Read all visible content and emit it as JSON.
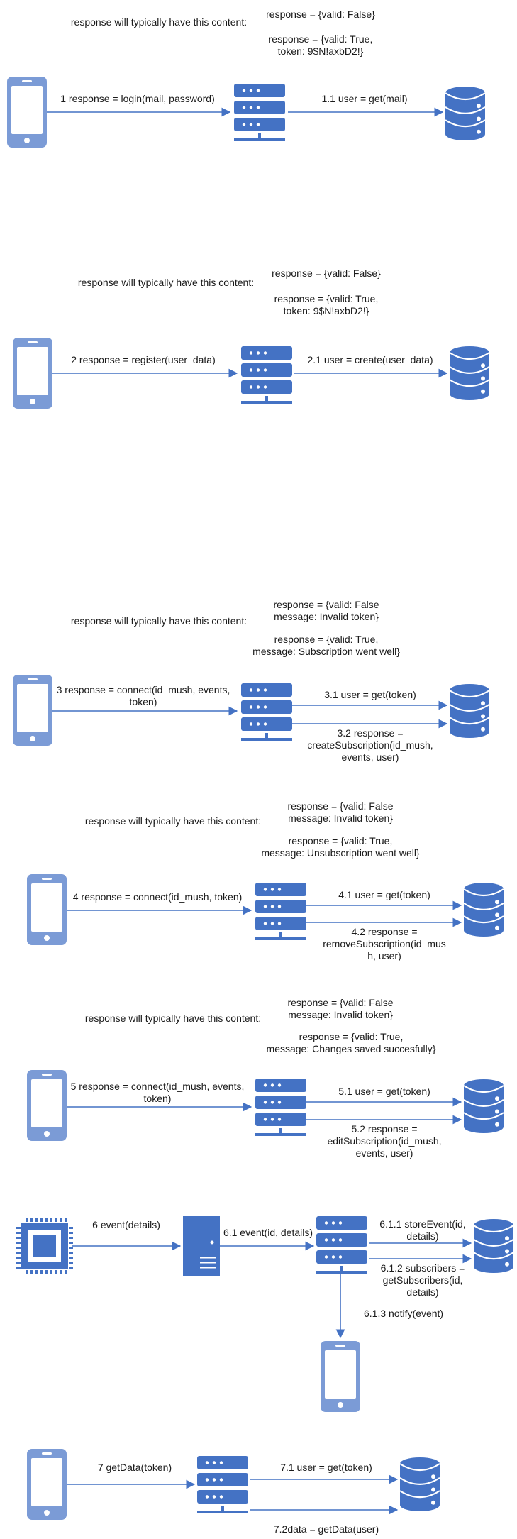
{
  "colors": {
    "primary": "#4472c4",
    "phone_body": "#7b9bd6",
    "line": "#4472c4",
    "text": "#1a1a1a",
    "background": "#ffffff"
  },
  "icons": [
    "smartphone-icon",
    "server-rack-icon",
    "database-icon",
    "chip-icon",
    "server-tower-icon"
  ],
  "sections": [
    {
      "intro": "response will typically have this content:",
      "response_invalid": [
        "response = {valid: False}"
      ],
      "response_valid": [
        "response = {valid: True,",
        "token: 9$N!axbD2!}"
      ],
      "calls": [
        [
          "1 response = login(mail, password)"
        ],
        [
          "1.1 user = get(mail)"
        ]
      ]
    },
    {
      "intro": "response will typically have this content:",
      "response_invalid": [
        "response = {valid: False}"
      ],
      "response_valid": [
        "response = {valid: True,",
        "token: 9$N!axbD2!}"
      ],
      "calls": [
        [
          "2 response = register(user_data)"
        ],
        [
          "2.1 user = create(user_data)"
        ]
      ]
    },
    {
      "intro": "response will typically have this content:",
      "response_invalid": [
        "response = {valid: False",
        "message: Invalid token}"
      ],
      "response_valid": [
        "response = {valid: True,",
        "message: Subscription went well}"
      ],
      "calls": [
        [
          "3 response = connect(id_mush, events,",
          "token)"
        ],
        [
          "3.1 user = get(token)"
        ],
        [
          "3.2 response =",
          "createSubscription(id_mush,",
          "events, user)"
        ]
      ]
    },
    {
      "intro": "response will typically have this content:",
      "response_invalid": [
        "response = {valid: False",
        "message: Invalid token}"
      ],
      "response_valid": [
        "response = {valid: True,",
        "message: Unsubscription went well}"
      ],
      "calls": [
        [
          "4 response = connect(id_mush, token)"
        ],
        [
          "4.1 user = get(token)"
        ],
        [
          "4.2 response =",
          "removeSubscription(id_mus",
          "h, user)"
        ]
      ]
    },
    {
      "intro": "response will typically have this content:",
      "response_invalid": [
        "response = {valid: False",
        "message: Invalid token}"
      ],
      "response_valid": [
        "response = {valid: True,",
        "message: Changes saved succesfully}"
      ],
      "calls": [
        [
          "5 response = connect(id_mush, events,",
          "token)"
        ],
        [
          "5.1 user = get(token)"
        ],
        [
          "5.2 response =",
          "editSubscription(id_mush,",
          "events, user)"
        ]
      ]
    },
    {
      "calls": [
        [
          "6 event(details)"
        ],
        [
          "6.1 event(id, details)"
        ],
        [
          "6.1.1 storeEvent(id,",
          "details)"
        ],
        [
          "6.1.2 subscribers =",
          "getSubscribers(id,",
          "details)"
        ],
        [
          "6.1.3 notify(event)"
        ]
      ]
    },
    {
      "calls": [
        [
          "7 getData(token)"
        ],
        [
          "7.1 user = get(token)"
        ],
        [
          "7.2data = getData(user)"
        ]
      ]
    }
  ]
}
